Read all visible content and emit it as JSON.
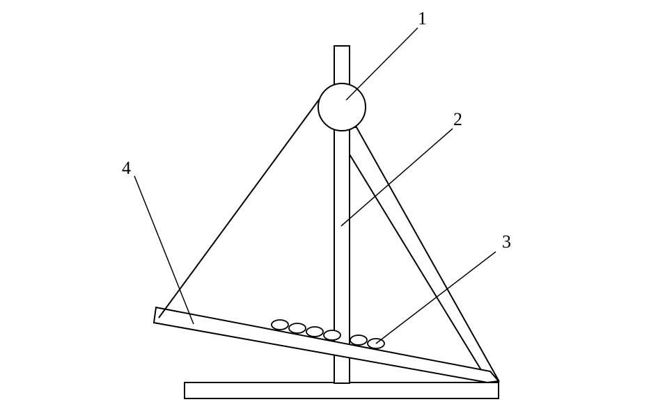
{
  "callouts": [
    {
      "id": "1",
      "label": "1"
    },
    {
      "id": "2",
      "label": "2"
    },
    {
      "id": "3",
      "label": "3"
    },
    {
      "id": "4",
      "label": "4"
    }
  ],
  "ball_count": 6
}
